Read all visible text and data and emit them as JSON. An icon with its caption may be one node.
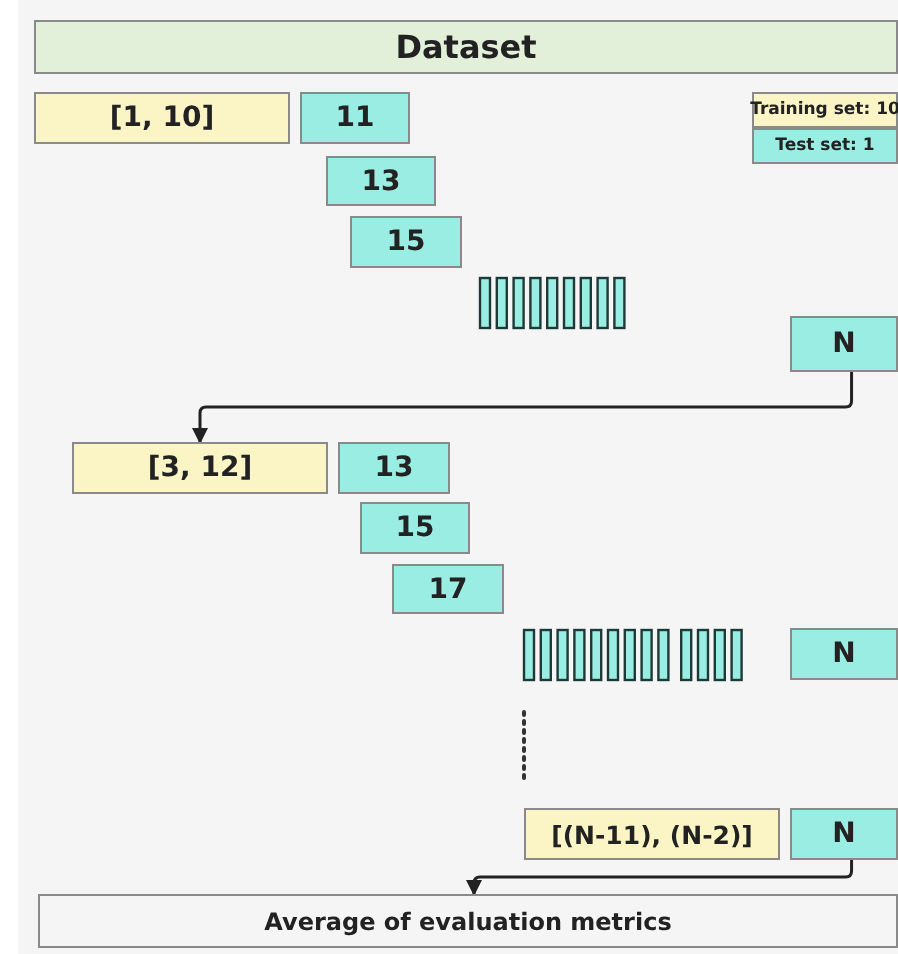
{
  "diagram": {
    "nodes": [
      {
        "text": [
          "Dataset"
        ]
      },
      {
        "text": [
          "[1, 10]"
        ]
      },
      {
        "text": [
          "11"
        ]
      },
      {
        "text": [
          "13"
        ]
      },
      {
        "text": [
          "15"
        ]
      },
      {
        "text": [
          "N"
        ]
      },
      {
        "text": [
          "[3, 12]"
        ]
      },
      {
        "text": [
          "13"
        ]
      },
      {
        "text": [
          "15"
        ]
      },
      {
        "text": [
          "17"
        ]
      },
      {
        "text": [
          "N"
        ]
      },
      {
        "text": [
          "[(N-11), (N-2)]"
        ]
      },
      {
        "text": [
          "N"
        ]
      },
      {
        "text": [
          "Average of evaluation metrics"
        ]
      }
    ],
    "edges": [
      {
        "from": 5,
        "to": 6,
        "arrow": "to"
      },
      {
        "from": 12,
        "to": 13,
        "arrow": "to"
      }
    ],
    "legend": [
      {
        "text": "Training set: 10",
        "color": "#fbf5c6"
      },
      {
        "text": "Test set: 1",
        "color": "#99ede3"
      }
    ]
  }
}
